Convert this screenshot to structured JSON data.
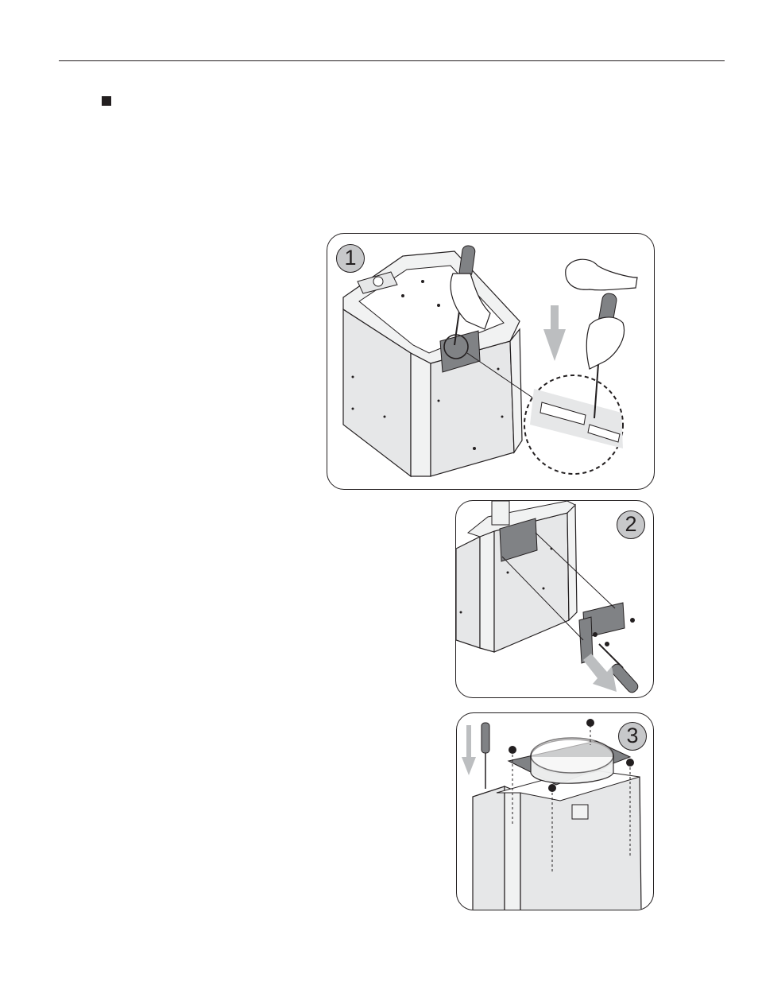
{
  "steps": [
    {
      "number": "1",
      "icon": "screwdriver-pry-icon"
    },
    {
      "number": "2",
      "icon": "bracket-removal-icon"
    },
    {
      "number": "3",
      "icon": "collar-install-icon"
    }
  ],
  "colors": {
    "ink": "#231f20",
    "panel_gray": "#e6e7e8",
    "badge_gray": "#c7c8ca",
    "arrow_gray": "#bcbec0",
    "part_dark": "#808285"
  }
}
